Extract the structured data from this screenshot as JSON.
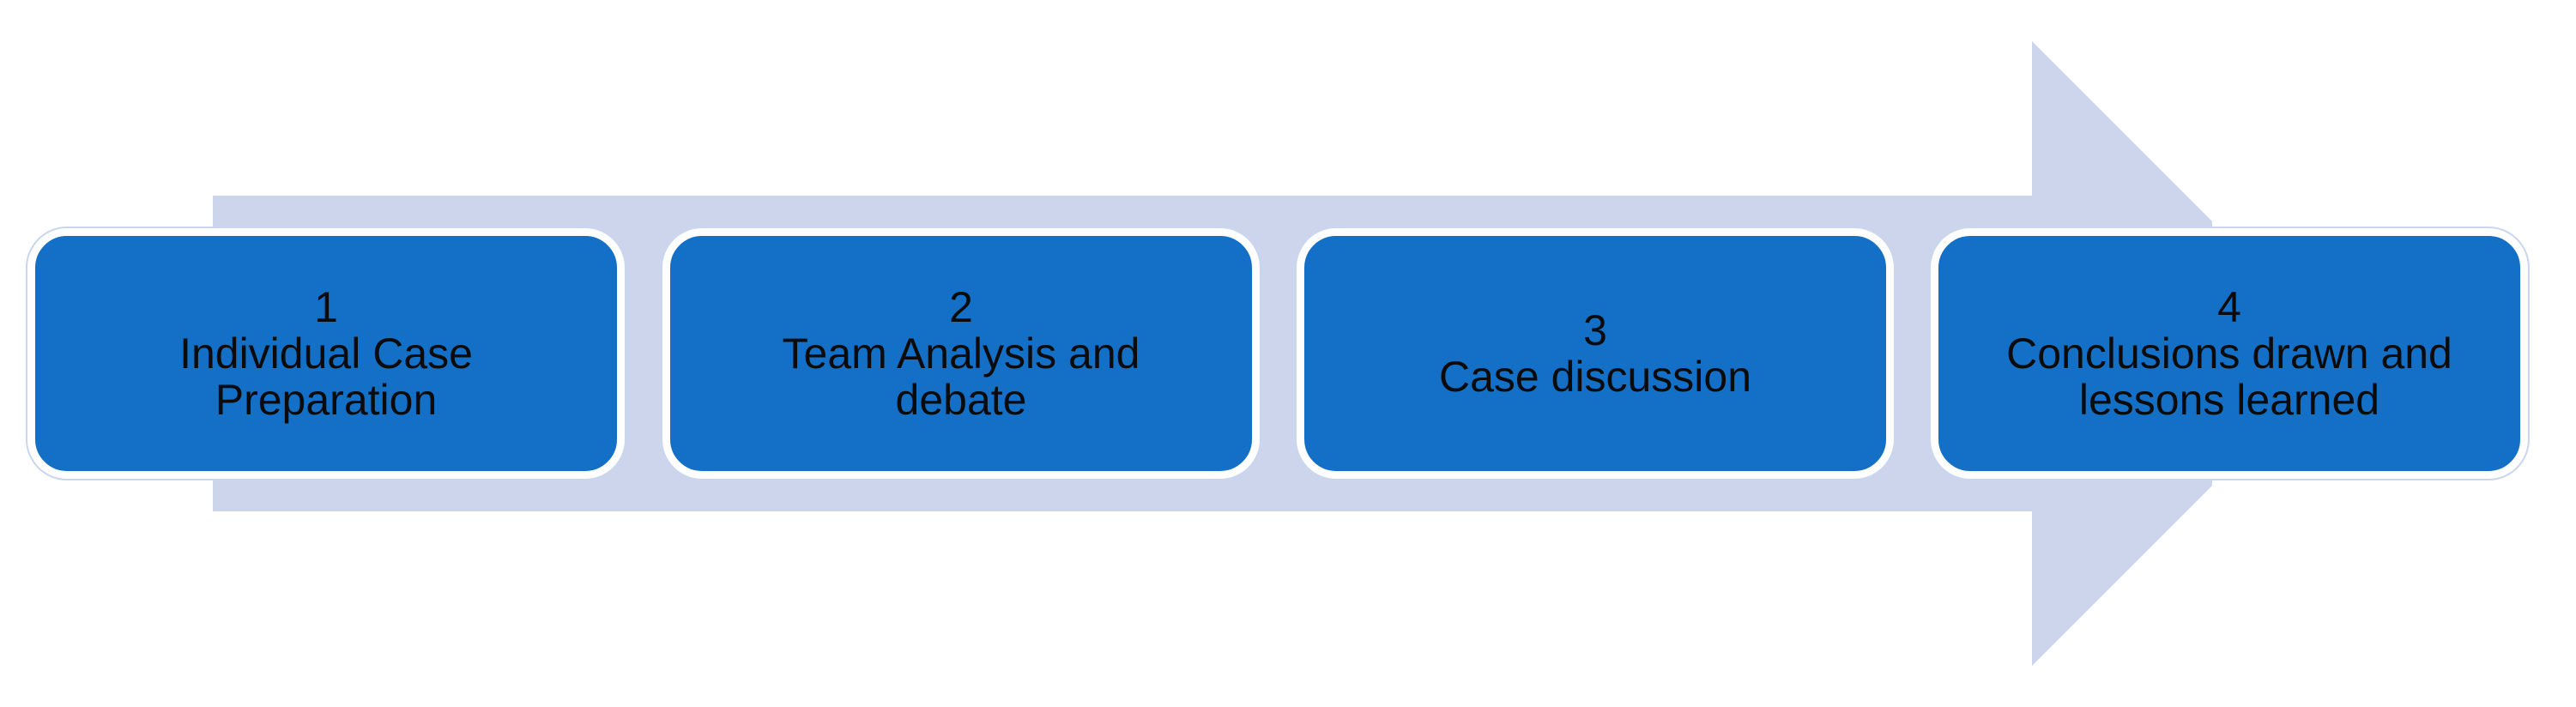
{
  "colors": {
    "arrow_fill": "#ccd5ec",
    "box_fill": "#1370c6",
    "box_border": "#ffffff",
    "text": "#0b0b0b"
  },
  "steps": [
    {
      "number": "1",
      "label_lines": [
        "Individual Case",
        "Preparation"
      ]
    },
    {
      "number": "2",
      "label_lines": [
        "Team Analysis and",
        "debate"
      ]
    },
    {
      "number": "3",
      "label_lines": [
        "Case discussion"
      ]
    },
    {
      "number": "4",
      "label_lines": [
        "Conclusions drawn and",
        "lessons learned"
      ]
    }
  ]
}
